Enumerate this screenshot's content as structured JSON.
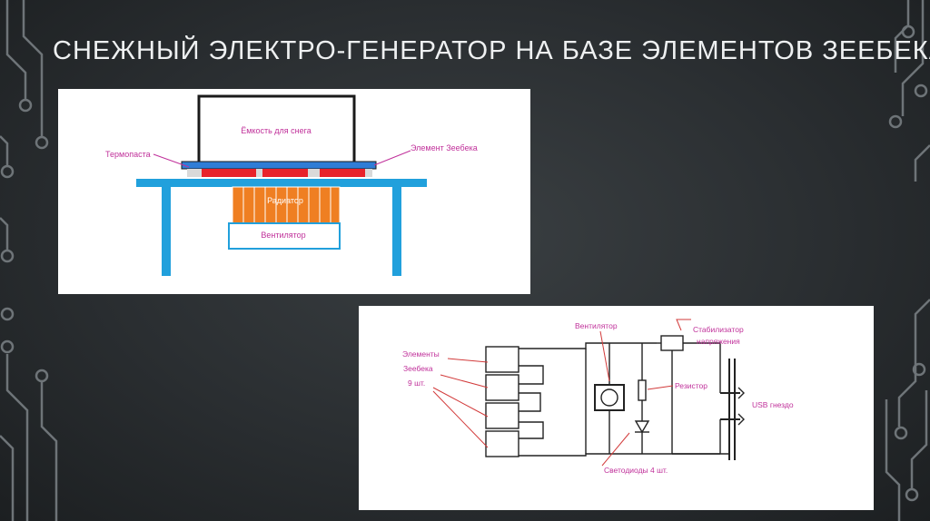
{
  "title": "СНЕЖНЫЙ ЭЛЕКТРО-ГЕНЕРАТОР НА БАЗЕ ЭЛЕМЕНТОВ ЗЕЕБЕКА",
  "colors": {
    "background": "#2a2e31",
    "title": "#eef0f1",
    "circuit_lines": "#6e7478",
    "label_magenta": "#c0309a",
    "annotation_red": "#d23a3a",
    "table_blue": "#21a0dc",
    "plate_blue": "#2f7dd6",
    "peltier_red": "#e8232b",
    "radiator_orange": "#ef7f22"
  },
  "construction": {
    "container_label": "Ёмкость для снега",
    "thermal_paste_label": "Термопаста",
    "seebeck_element_label": "Элемент Зеебека",
    "radiator_label": "Радиатор",
    "fan_label": "Вентилятор"
  },
  "circuit": {
    "elements_label_line1": "Элементы",
    "elements_label_line2": "Зеебека",
    "elements_label_line3": "9 шт.",
    "fan_label": "Вентилятор",
    "stabilizer_label_line1": "Стабилизатор",
    "stabilizer_label_line2": "напряжения",
    "resistor_label": "Резистор",
    "usb_label": "USB гнездо",
    "leds_label": "Светодиоды 4 шт."
  }
}
